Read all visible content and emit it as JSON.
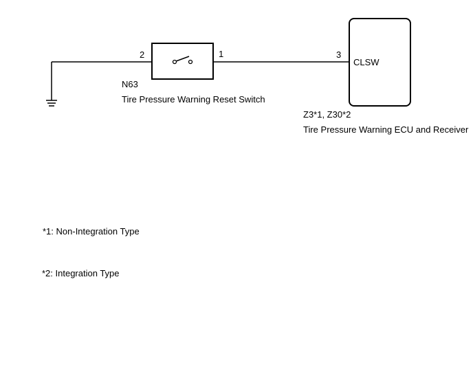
{
  "switch_component": {
    "connector": "N63",
    "name": "Tire Pressure Warning Reset Switch",
    "pin_left": "2",
    "pin_right": "1"
  },
  "ecu_component": {
    "connector": "Z3*1, Z30*2",
    "name": "Tire Pressure Warning ECU and Receiver",
    "pin": "3",
    "terminal": "CLSW"
  },
  "footnotes": {
    "note1": "*1: Non-Integration Type",
    "note2": "*2: Integration Type"
  }
}
